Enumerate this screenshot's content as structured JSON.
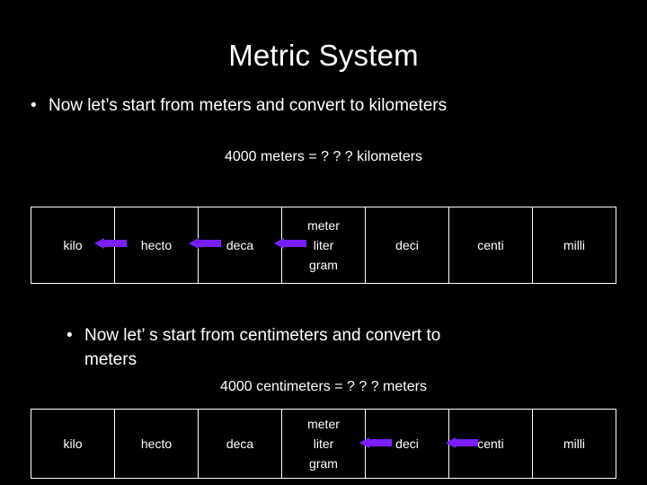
{
  "slide": {
    "title": "Metric System",
    "bullets": [
      {
        "marker": "•",
        "text": "Now let’s start from meters and convert to kilometers"
      },
      {
        "marker": "•",
        "line1": "Now let’ s start from centimeters and convert to",
        "line2": "meters"
      }
    ],
    "equations": [
      "4000 meters = ? ? ? kilometers",
      "4000 centimeters = ? ? ? meters"
    ],
    "table1": {
      "cells": [
        "kilo",
        "hecto",
        "deca",
        {
          "lines": [
            "meter",
            "liter",
            "gram"
          ]
        },
        "deci",
        "centi",
        "milli"
      ]
    },
    "table2": {
      "cells": [
        "kilo",
        "hecto",
        "deca",
        {
          "lines": [
            "meter",
            "liter",
            "gram"
          ]
        },
        "deci",
        "centi",
        "milli"
      ]
    },
    "colors": {
      "background": "#000000",
      "text": "#ffffff",
      "arrow": "#7a1fff"
    }
  }
}
